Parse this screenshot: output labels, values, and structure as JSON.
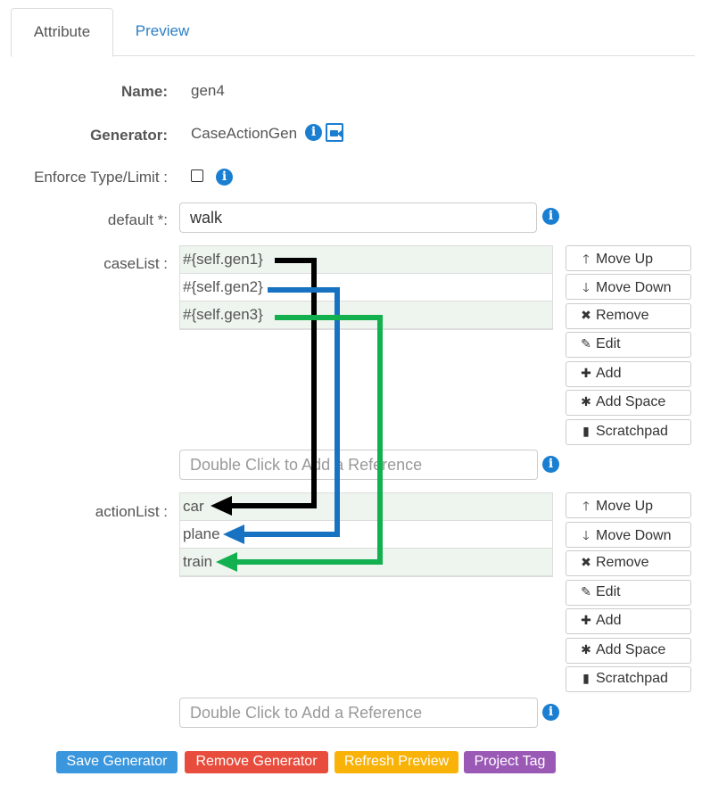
{
  "tabs": {
    "attribute": "Attribute",
    "preview": "Preview"
  },
  "form": {
    "name_label": "Name:",
    "name_value": "gen4",
    "generator_label": "Generator:",
    "generator_value": "CaseActionGen",
    "enforce_label": "Enforce Type/Limit :",
    "enforce_checked": false,
    "default_label": "default *:",
    "default_value": "walk",
    "caselist_label": "caseList :",
    "actionlist_label": "actionList :",
    "reference_placeholder": "Double Click to Add a Reference"
  },
  "case_list": [
    "#{self.gen1}",
    "#{self.gen2}",
    "#{self.gen3}"
  ],
  "action_list": [
    "car",
    "plane",
    "train"
  ],
  "list_buttons": {
    "move_up": "Move Up",
    "move_down": "Move Down",
    "remove": "Remove",
    "edit": "Edit",
    "add": "Add",
    "add_space": "Add Space",
    "scratchpad": "Scratchpad"
  },
  "icons": {
    "move_up": "arrow-up-icon",
    "move_down": "arrow-down-icon",
    "remove": "times-icon",
    "edit": "pencil-icon",
    "add": "plus-icon",
    "add_space": "asterisk-icon",
    "scratchpad": "file-icon",
    "info": "info-circle-icon",
    "video": "video-icon"
  },
  "footer": {
    "save": "Save Generator",
    "remove": "Remove Generator",
    "refresh": "Refresh Preview",
    "project_tag": "Project Tag"
  },
  "colors": {
    "link_blue": "#2c7fc4",
    "info_blue": "#1b7fd1",
    "save_btn": "#3a96dd",
    "remove_btn": "#e74c3c",
    "refresh_btn": "#f9b208",
    "project_btn": "#9b59b6",
    "arrow_1": "#000000",
    "arrow_2": "#1772c2",
    "arrow_3": "#12b04e"
  }
}
